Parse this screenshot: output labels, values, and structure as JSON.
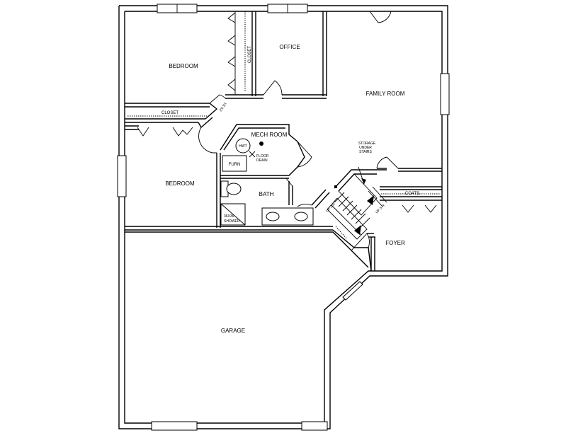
{
  "rooms": {
    "bedroom_1": "BEDROOM",
    "office": "OFFICE",
    "family_room": "FAMILY ROOM",
    "bedroom_2": "BEDROOM",
    "mech_room": "MECH ROOM",
    "bath": "BATH",
    "foyer": "FOYER",
    "garage": "GARAGE"
  },
  "labels": {
    "closet_vertical": "CLOSET",
    "closet_horizontal": "CLOSET",
    "coats": "COATS",
    "storage_line1": "STORAGE",
    "storage_line2": "UNDER",
    "storage_line3": "STAIRS",
    "hwt": "HWT",
    "floor_drain_line1": "FLOOR",
    "floor_drain_line2": "DRAIN",
    "furn": "FURN",
    "shower_line1": "36X36",
    "shower_line2": "SHOWER",
    "door_width": "2'6 S/I",
    "stair_up_1": "UP 2 R",
    "stair_up_2": "UP 5 R"
  }
}
